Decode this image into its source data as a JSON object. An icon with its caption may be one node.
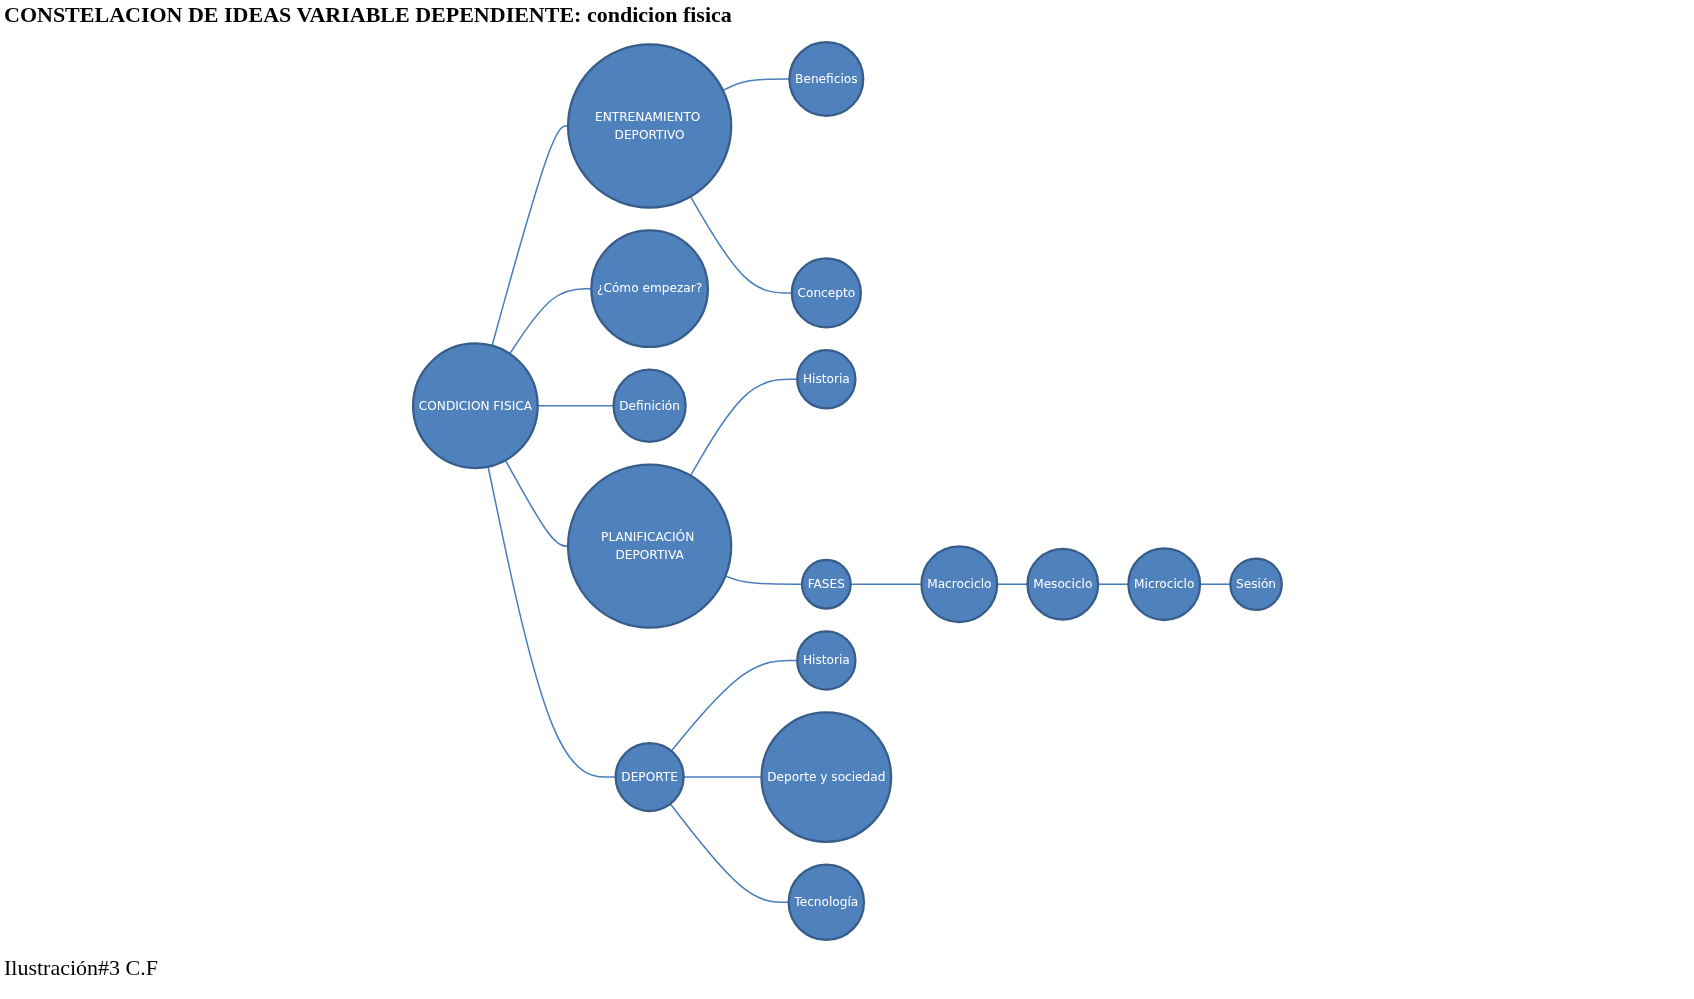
{
  "diagram": {
    "title": "CONSTELACION DE IDEAS VARIABLE DEPENDIENTE: condicion fisica",
    "caption": "Ilustración#3 C.F",
    "nodes": [
      {
        "text": [
          "CONDICION FISICA"
        ]
      },
      {
        "text": [
          "ENTRENAMIENTO DEPORTIVO"
        ]
      },
      {
        "text": [
          "Beneficios"
        ]
      },
      {
        "text": [
          "Concepto"
        ]
      },
      {
        "text": [
          "¿Cómo empezar?"
        ]
      },
      {
        "text": [
          "Definición"
        ]
      },
      {
        "text": [
          "PLANIFICACIÓN DEPORTIVA"
        ]
      },
      {
        "text": [
          "Historia"
        ]
      },
      {
        "text": [
          "FASES"
        ]
      },
      {
        "text": [
          "Macrociclo"
        ]
      },
      {
        "text": [
          "Mesociclo"
        ]
      },
      {
        "text": [
          "Microciclo"
        ]
      },
      {
        "text": [
          "Sesión"
        ]
      },
      {
        "text": [
          "DEPORTE"
        ]
      },
      {
        "text": [
          "Historia"
        ]
      },
      {
        "text": [
          "Deporte y sociedad"
        ]
      },
      {
        "text": [
          "Tecnología"
        ]
      }
    ],
    "edges": [
      {
        "from": 0,
        "to": 1,
        "arrow": "none"
      },
      {
        "from": 1,
        "to": 2,
        "arrow": "none"
      },
      {
        "from": 1,
        "to": 3,
        "arrow": "none"
      },
      {
        "from": 0,
        "to": 4,
        "arrow": "none"
      },
      {
        "from": 0,
        "to": 5,
        "arrow": "none"
      },
      {
        "from": 0,
        "to": 6,
        "arrow": "none"
      },
      {
        "from": 6,
        "to": 7,
        "arrow": "none"
      },
      {
        "from": 6,
        "to": 8,
        "arrow": "none"
      },
      {
        "from": 8,
        "to": 9,
        "arrow": "none"
      },
      {
        "from": 9,
        "to": 10,
        "arrow": "none"
      },
      {
        "from": 10,
        "to": 11,
        "arrow": "none"
      },
      {
        "from": 11,
        "to": 12,
        "arrow": "none"
      },
      {
        "from": 0,
        "to": 13,
        "arrow": "none"
      },
      {
        "from": 13,
        "to": 14,
        "arrow": "none"
      },
      {
        "from": 13,
        "to": 15,
        "arrow": "none"
      },
      {
        "from": 13,
        "to": 16,
        "arrow": "none"
      }
    ]
  }
}
